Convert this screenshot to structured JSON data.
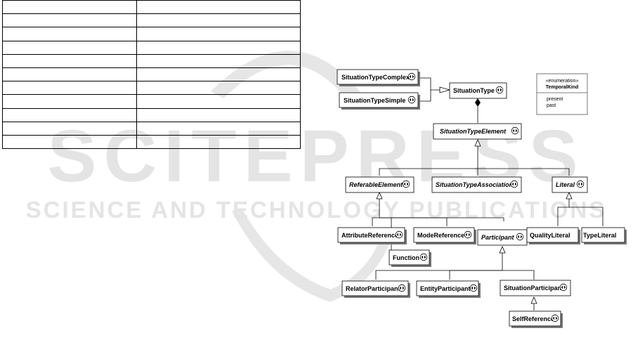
{
  "watermark": {
    "word": "SCITEPRESS",
    "tagline": "SCIENCE AND TECHNOLOGY PUBLICATIONS"
  },
  "table": {
    "rows": [
      [
        "",
        ""
      ],
      [
        "",
        ""
      ],
      [
        "",
        ""
      ],
      [
        "",
        ""
      ],
      [
        "",
        ""
      ],
      [
        "",
        ""
      ],
      [
        "",
        ""
      ],
      [
        "",
        ""
      ],
      [
        "",
        ""
      ],
      [
        "",
        ""
      ],
      [
        "",
        ""
      ]
    ]
  },
  "diagram": {
    "classes": {
      "situation_type_complex": "SituationTypeComplex",
      "situation_type_simple": "SituationTypeSimple",
      "situation_type": "SituationType",
      "situation_type_element": "SituationTypeElement",
      "referable_element": "ReferableElement",
      "situation_type_association": "SituationTypeAssociation",
      "literal": "Literal",
      "attribute_reference": "AttributeReference",
      "mode_reference": "ModeReference",
      "participant": "Participant",
      "quality_literal": "QualityLiteral",
      "type_literal": "TypeLiteral",
      "function": "Function",
      "relator_participant": "RelatorParticipant",
      "entity_participant": "EntityParticipant",
      "situation_participant": "SituationParticipant",
      "self_reference": "SelfReference"
    },
    "enumeration": {
      "stereotype": "«enumeration»",
      "name": "TemporalKind",
      "literals": [
        "present",
        "past"
      ]
    },
    "icon": "expand-collapse-icon"
  }
}
